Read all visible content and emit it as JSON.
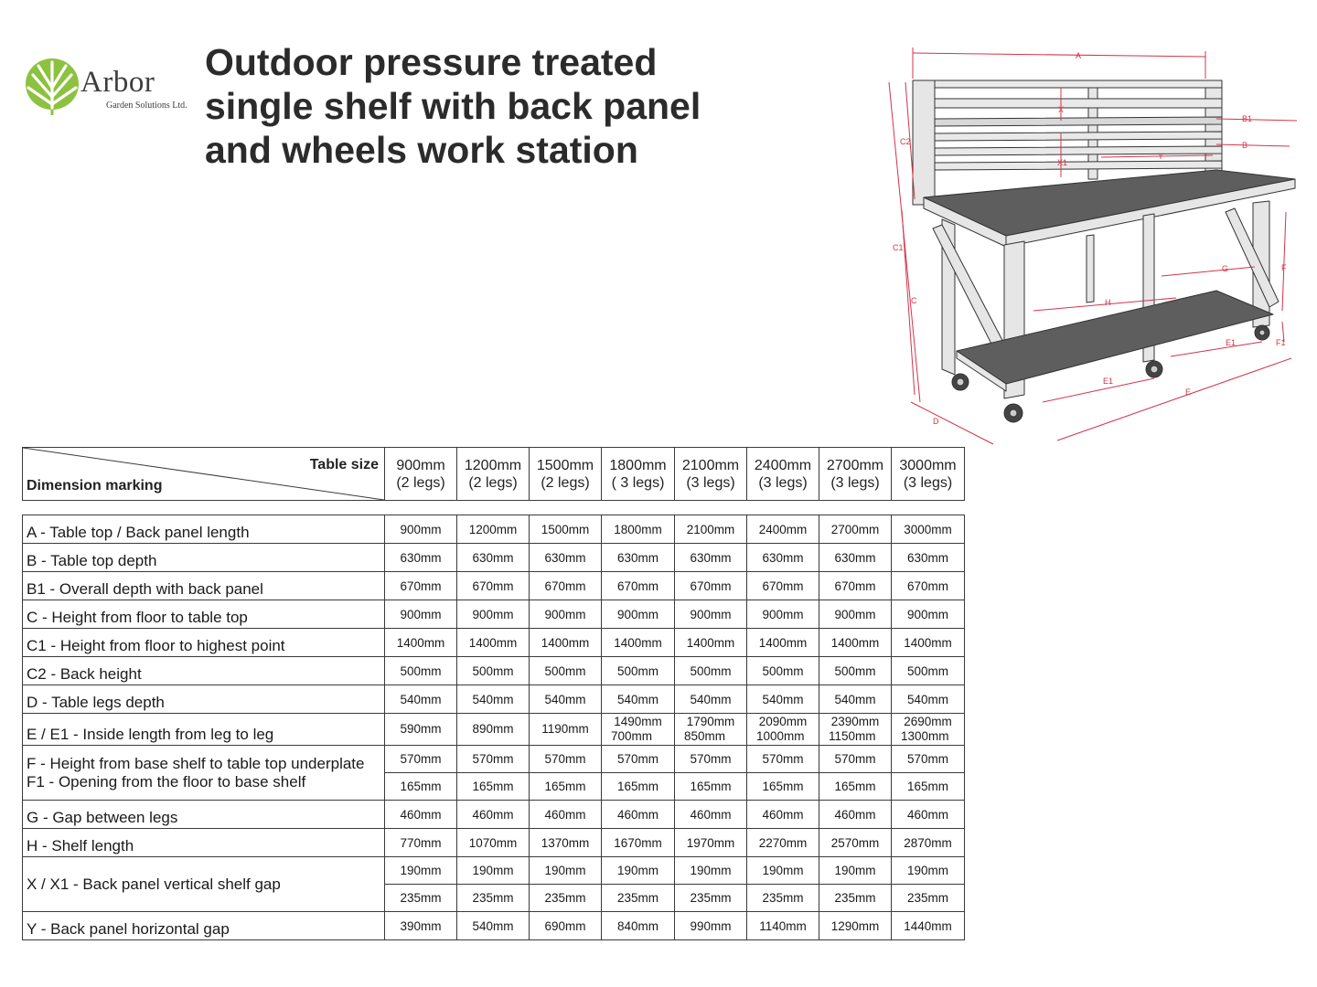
{
  "brand": {
    "name": "Arbor",
    "tagline": "Garden Solutions Ltd."
  },
  "title_lines": [
    "Outdoor pressure treated",
    "single shelf with back panel",
    "and wheels work station"
  ],
  "diagram_labels": {
    "A": "A",
    "B": "B",
    "B1": "B1",
    "C": "C",
    "C1": "C1",
    "C2": "C2",
    "D": "D",
    "E": "E",
    "E1": "E1",
    "F": "F",
    "F1": "F1",
    "G": "G",
    "H": "H",
    "X": "X",
    "X1": "X1",
    "Y": "Y"
  },
  "table": {
    "corner_top": "Table size",
    "corner_bottom": "Dimension marking",
    "sizes": [
      {
        "size": "900mm",
        "legs": "(2 legs)"
      },
      {
        "size": "1200mm",
        "legs": "(2 legs)"
      },
      {
        "size": "1500mm",
        "legs": "(2 legs)"
      },
      {
        "size": "1800mm",
        "legs": "( 3 legs)"
      },
      {
        "size": "2100mm",
        "legs": "(3 legs)"
      },
      {
        "size": "2400mm",
        "legs": "(3 legs)"
      },
      {
        "size": "2700mm",
        "legs": "(3 legs)"
      },
      {
        "size": "3000mm",
        "legs": "(3 legs)"
      }
    ],
    "rows": [
      {
        "label": "A - Table top / Back panel length",
        "values": [
          "900mm",
          "1200mm",
          "1500mm",
          "1800mm",
          "2100mm",
          "2400mm",
          "2700mm",
          "3000mm"
        ]
      },
      {
        "label": "B - Table top depth",
        "values": [
          "630mm",
          "630mm",
          "630mm",
          "630mm",
          "630mm",
          "630mm",
          "630mm",
          "630mm"
        ]
      },
      {
        "label": "B1 - Overall depth with back panel",
        "values": [
          "670mm",
          "670mm",
          "670mm",
          "670mm",
          "670mm",
          "670mm",
          "670mm",
          "670mm"
        ]
      },
      {
        "label": "C - Height from floor to table top",
        "values": [
          "900mm",
          "900mm",
          "900mm",
          "900mm",
          "900mm",
          "900mm",
          "900mm",
          "900mm"
        ]
      },
      {
        "label": "C1 - Height from floor to highest point",
        "values": [
          "1400mm",
          "1400mm",
          "1400mm",
          "1400mm",
          "1400mm",
          "1400mm",
          "1400mm",
          "1400mm"
        ]
      },
      {
        "label": "C2 - Back height",
        "values": [
          "500mm",
          "500mm",
          "500mm",
          "500mm",
          "500mm",
          "500mm",
          "500mm",
          "500mm"
        ]
      },
      {
        "label": "D - Table legs depth",
        "values": [
          "540mm",
          "540mm",
          "540mm",
          "540mm",
          "540mm",
          "540mm",
          "540mm",
          "540mm"
        ]
      },
      {
        "label": "E / E1 - Inside length from leg to leg",
        "values": [
          "590mm",
          "890mm",
          "1190mm",
          "1490mm",
          "1790mm",
          "2090mm",
          "2390mm",
          "2690mm"
        ],
        "values2": [
          "",
          "",
          "",
          "700mm",
          "850mm",
          "1000mm",
          "1150mm",
          "1300mm"
        ]
      },
      {
        "label": "F - Height from base shelf to table top underplate",
        "label2": "F1 - Opening from the floor to base shelf",
        "values": [
          "570mm",
          "570mm",
          "570mm",
          "570mm",
          "570mm",
          "570mm",
          "570mm",
          "570mm"
        ],
        "values2": [
          "165mm",
          "165mm",
          "165mm",
          "165mm",
          "165mm",
          "165mm",
          "165mm",
          "165mm"
        ]
      },
      {
        "label": "G - Gap between legs",
        "values": [
          "460mm",
          "460mm",
          "460mm",
          "460mm",
          "460mm",
          "460mm",
          "460mm",
          "460mm"
        ]
      },
      {
        "label": "H - Shelf length",
        "values": [
          "770mm",
          "1070mm",
          "1370mm",
          "1670mm",
          "1970mm",
          "2270mm",
          "2570mm",
          "2870mm"
        ]
      },
      {
        "label": "X / X1 - Back panel vertical shelf gap",
        "values": [
          "190mm",
          "190mm",
          "190mm",
          "190mm",
          "190mm",
          "190mm",
          "190mm",
          "190mm"
        ],
        "values2": [
          "235mm",
          "235mm",
          "235mm",
          "235mm",
          "235mm",
          "235mm",
          "235mm",
          "235mm"
        ]
      },
      {
        "label": "Y - Back panel horizontal gap",
        "values": [
          "390mm",
          "540mm",
          "690mm",
          "840mm",
          "990mm",
          "1140mm",
          "1290mm",
          "1440mm"
        ]
      }
    ]
  },
  "colors": {
    "dimension_line": "#d4344a",
    "wood_light": "#e9e9e9",
    "wood_dark": "#5e5e5e",
    "logo_green": "#8cc23f"
  }
}
